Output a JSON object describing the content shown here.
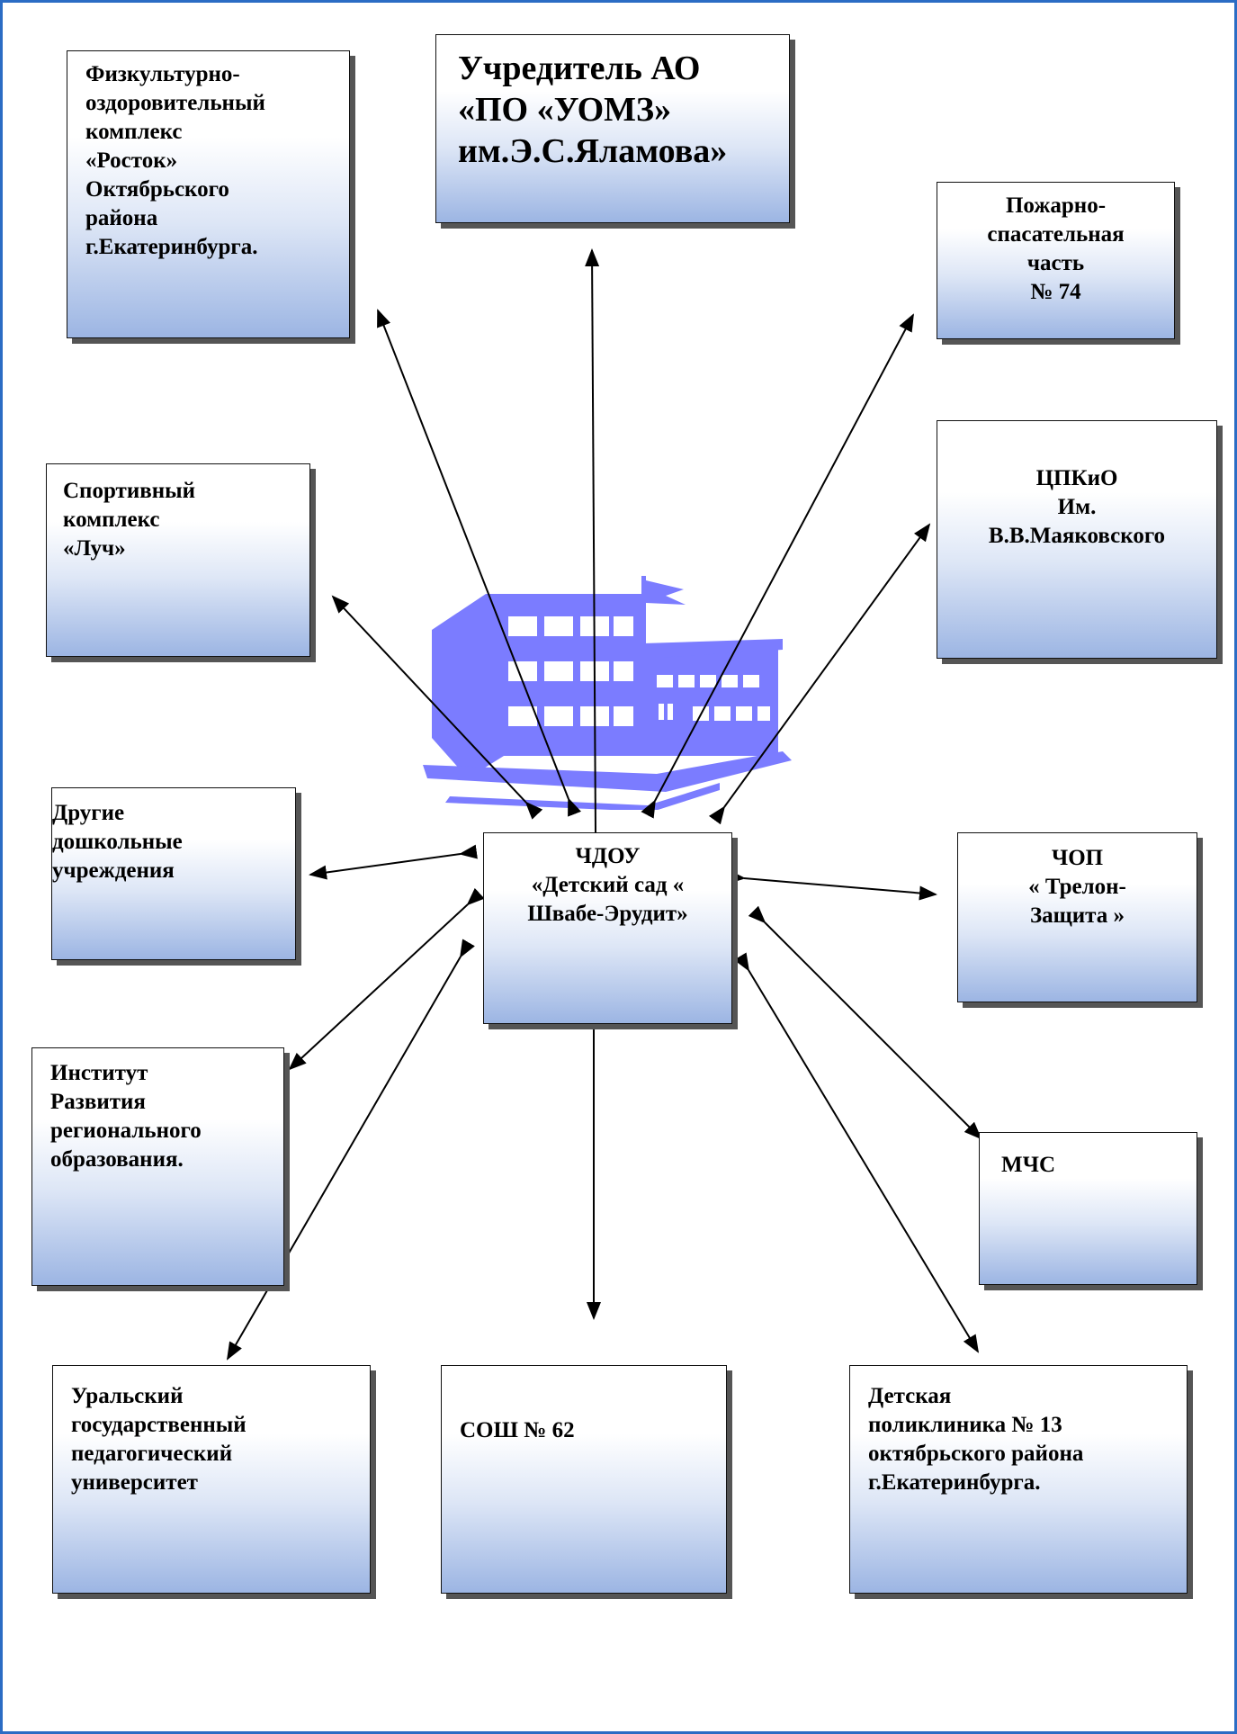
{
  "nodes": {
    "center": "ЧДОУ\n«Детский сад «\nШвабе-Эрудит»",
    "uchreditel": "Учредитель АО\n«ПО «УОМЗ»\nим.Э.С.Яламова»",
    "rostok": "Физкультурно-\nоздоровительный\nкомплекс\n«Росток»\nОктябрьского\nрайона\nг.Екатеринбурга.",
    "pozhar": "Пожарно-\nспасательная\nчасть\n№ 74",
    "luch": " Спортивный\nкомплекс\n«Луч»",
    "cpkio": "ЦПКиО\nИм.\nВ.В.Маяковского",
    "drugie": "Другие\nдошкольные\nучреждения",
    "chop": "ЧОП\n«  Трелон-\nЗащита  »",
    "institut": "Институт\nРазвития\nрегионального\nобразования.",
    "mchs": "МЧС",
    "ugpu": "Уральский\nгосударственный\nпедагогический\nуниверситет",
    "sosh": "СОШ № 62",
    "poliklinika": "Детская\nполиклиника № 13\nоктябрьского  района\nг.Екатеринбурга."
  },
  "colors": {
    "frame": "#2b6cc4",
    "building": "#7b7cff",
    "box_gradient_end": "#9cb5e3"
  },
  "icons": {
    "building": "school-building-icon"
  }
}
